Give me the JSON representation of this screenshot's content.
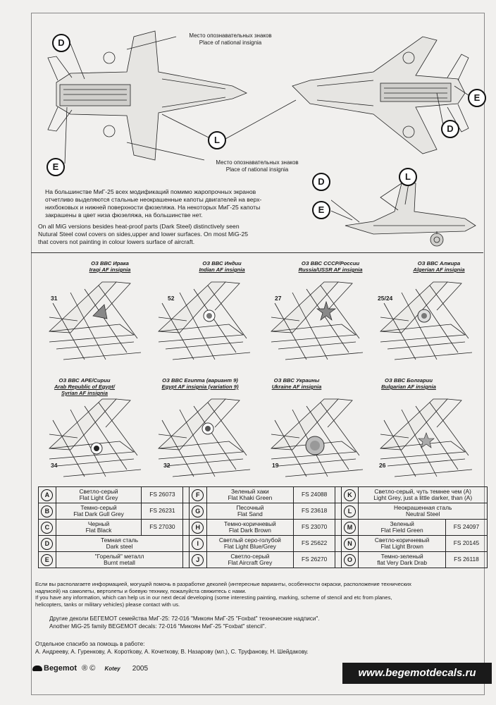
{
  "callouts": {
    "place_ru_top": "Место опознавательных знаков",
    "place_en_top": "Place of national insignia",
    "place_ru_bottom": "Место опознавательных знаков",
    "place_en_bottom": "Place of national insignia"
  },
  "letters": {
    "d": "D",
    "e": "E",
    "l": "L"
  },
  "notes": {
    "ru_lines": [
      "На большинстве МиГ-25 всех модификаций помимо жаропрочных экранов",
      "отчетливо выделяются стальные неокрашенные капоты двигателей на верх-",
      "нихбоковых и нижней поверхности фюзеляжа. На некоторых МиГ-25 капоты",
      "закрашены в цвет низа фюзеляжа, на большинстве нет."
    ],
    "en_lines": [
      "On all MiG versions besides heat-proof parts (Dark Steel) distinctively  seen",
      "Nutural Steel cowl covers on sides,upper  and lower surfaces. On most MiG-25",
      "that covers not painting in colour lowers  surface of aircraft."
    ]
  },
  "insignia": [
    {
      "ru": "ОЗ ВВС Ирака",
      "en": "Iraqi AF insignia",
      "number": "31"
    },
    {
      "ru": "ОЗ ВВС Индии",
      "en": "Indian AF insignia",
      "number": "52"
    },
    {
      "ru": "ОЗ ВВС СССР/России",
      "en": "Russia/USSR AF insignia",
      "number": "27"
    },
    {
      "ru": "ОЗ ВВС Алжира",
      "en": "Algerian AF insignia",
      "number": "25/24"
    },
    {
      "ru": "ОЗ ВВС АРЕ/Сирии",
      "en": "Arab Republic of Egypt/",
      "en2": "Syrian AF insignia",
      "number": "34"
    },
    {
      "ru": "ОЗ ВВС Египта (вариант 9)",
      "en": "Egypt AF insignia (variation 9)",
      "number": "32"
    },
    {
      "ru": "ОЗ ВВС Украины",
      "en": "Ukraine AF insignia",
      "number": "19"
    },
    {
      "ru": "ОЗ ВВС Болгарии",
      "en": "Bulgarian AF insignia",
      "number": "26"
    }
  ],
  "colors": [
    [
      {
        "l": "A",
        "ru": "Светло-серый",
        "en": "Flat Light Grey",
        "fs": "FS 26073"
      },
      {
        "l": "F",
        "ru": "Зеленый хаки",
        "en": "Flat Khaki Green",
        "fs": "FS 24088"
      },
      {
        "l": "K",
        "ru": "Светло-серый, чуть темнее чем (A)",
        "en": "Light Grey, just a little darker, than (A)",
        "fs": ""
      }
    ],
    [
      {
        "l": "B",
        "ru": "Темно-серый",
        "en": "Flat Dark Gull Grey",
        "fs": "FS 26231"
      },
      {
        "l": "G",
        "ru": "Песочный",
        "en": "Flat Sand",
        "fs": "FS 23618"
      },
      {
        "l": "L",
        "ru": "Неокрашенная сталь",
        "en": "Neutral Steel",
        "fs": ""
      }
    ],
    [
      {
        "l": "C",
        "ru": "Черный",
        "en": "Flat Black",
        "fs": "FS 27030"
      },
      {
        "l": "H",
        "ru": "Темно-коричневый",
        "en": "Flat Dark Brown",
        "fs": "FS 23070"
      },
      {
        "l": "M",
        "ru": "Зеленый",
        "en": "Flat Field Green",
        "fs": "FS 24097"
      }
    ],
    [
      {
        "l": "D",
        "ru": "Темная сталь",
        "en": "Dark steel",
        "fs": ""
      },
      {
        "l": "I",
        "ru": "Светлый серо-голубой",
        "en": "Flat Light Blue/Grey",
        "fs": "FS 25622"
      },
      {
        "l": "N",
        "ru": "Светло-коричневый",
        "en": "Flat Light Brown",
        "fs": "FS 20145"
      }
    ],
    [
      {
        "l": "E",
        "ru": "\"Горелый\" металл",
        "en": "Burnt metall",
        "fs": ""
      },
      {
        "l": "J",
        "ru": "Светло-серый",
        "en": "Flat Aircraft Grey",
        "fs": "FS 26270"
      },
      {
        "l": "O",
        "ru": "Темно-зеленый",
        "en": "flat Very Dark Drab",
        "fs": "FS 26118"
      }
    ]
  ],
  "info": {
    "ru1": "Если вы располагаете информацией, могущей помочь в разработке деколей (интересные варианты, особенности окраски, расположение технических",
    "ru2": "надписей) на самолеты, вертолеты и боевую технику, пожалуйста свяжитесь с нами.",
    "en1": "If you have any  information, which  can help us in our next decal  developing (some interesting painting, marking, scheme of stencil and etc  from  planes,",
    "en2": "helicopters, tanks or military  vehicles) please contact with  us.",
    "other_ru": "Другие деколи БЕГЕМОТ семейства МиГ-25: 72-016 \"Микоян МиГ-25 \"Foxbat\" технические надписи\".",
    "other_en": "Another MiG-25 family  BEGEMOT decals: 72-016 \"Микоян МиГ-25 \"Foxbat\" stencil\".",
    "thanks_title": "Отдельное спасибо за помощь в работе:",
    "thanks_names": "А. Андрееву, А. Гуренкову, А. Коротkову, А. Кочеткову, В. Назарову (мл.), С. Труфанову, Н. Шейдакову."
  },
  "footer": {
    "brand": "Begemot",
    "marks": "® ©",
    "author": "Kotey",
    "year": "2005",
    "url": "www.begemotdecals.ru"
  }
}
